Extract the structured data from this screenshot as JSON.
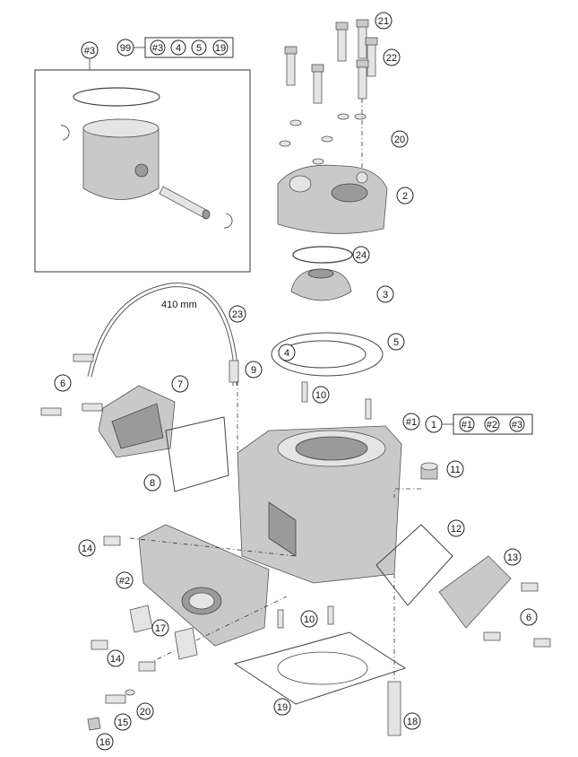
{
  "callouts": [
    {
      "id": "c21",
      "text": "21"
    },
    {
      "id": "c22",
      "text": "22"
    },
    {
      "id": "c20a",
      "text": "20"
    },
    {
      "id": "c2",
      "text": "2"
    },
    {
      "id": "c24",
      "text": "24"
    },
    {
      "id": "c3",
      "text": "3"
    },
    {
      "id": "c23",
      "text": "23"
    },
    {
      "id": "c4",
      "text": "4"
    },
    {
      "id": "c5",
      "text": "5"
    },
    {
      "id": "c6a",
      "text": "6"
    },
    {
      "id": "c7",
      "text": "7"
    },
    {
      "id": "c9",
      "text": "9"
    },
    {
      "id": "c10a",
      "text": "10"
    },
    {
      "id": "c8",
      "text": "8"
    },
    {
      "id": "c11",
      "text": "11"
    },
    {
      "id": "c14a",
      "text": "14"
    },
    {
      "id": "c2h",
      "text": "#2"
    },
    {
      "id": "c12",
      "text": "12"
    },
    {
      "id": "c13",
      "text": "13"
    },
    {
      "id": "c17",
      "text": "17"
    },
    {
      "id": "c6b",
      "text": "6"
    },
    {
      "id": "c10b",
      "text": "10"
    },
    {
      "id": "c14b",
      "text": "14"
    },
    {
      "id": "c19",
      "text": "19"
    },
    {
      "id": "c20b",
      "text": "20"
    },
    {
      "id": "c15",
      "text": "15"
    },
    {
      "id": "c18",
      "text": "18"
    },
    {
      "id": "c16",
      "text": "16"
    },
    {
      "id": "c1h",
      "text": "#1"
    },
    {
      "id": "c3top",
      "text": "#3"
    }
  ],
  "kit_top": {
    "label": "99",
    "items": [
      "#3",
      "4",
      "5",
      "19"
    ]
  },
  "kit_right": {
    "label": "1",
    "items": [
      "#1",
      "#2",
      "#3"
    ]
  },
  "hose_length": "410 mm"
}
